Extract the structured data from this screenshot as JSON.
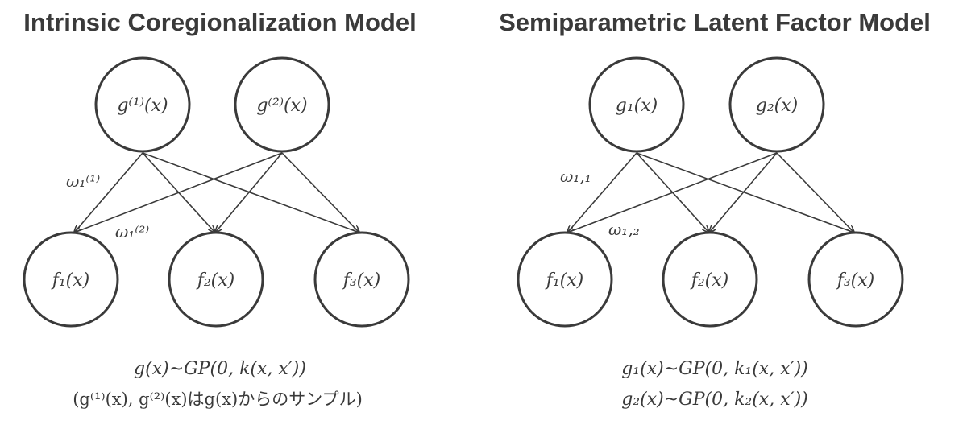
{
  "left_panel": {
    "title": "Intrinsic Coregionalization Model",
    "latent_nodes": [
      "g⁽¹⁾(x)",
      "g⁽²⁾(x)"
    ],
    "output_nodes": [
      "f₁(x)",
      "f₂(x)",
      "f₃(x)"
    ],
    "weight_labels": [
      "ω₁⁽¹⁾",
      "ω₁⁽²⁾"
    ],
    "formula_line1": "g(x)~GP(0, k(x, x′))",
    "formula_line2": "(g⁽¹⁾(x), g⁽²⁾(x)はg(x)からのサンプル)"
  },
  "right_panel": {
    "title": "Semiparametric Latent Factor Model",
    "latent_nodes": [
      "g₁(x)",
      "g₂(x)"
    ],
    "output_nodes": [
      "f₁(x)",
      "f₂(x)",
      "f₃(x)"
    ],
    "weight_labels": [
      "ω₁,₁",
      "ω₁,₂"
    ],
    "formula_line1": "g₁(x)~GP(0, k₁(x, x′))",
    "formula_line2": "g₂(x)~GP(0, k₂(x, x′))"
  },
  "colors": {
    "ink": "#3a3a3a",
    "background": "#ffffff"
  },
  "edges": "each latent node connects with an arrow to every output node"
}
